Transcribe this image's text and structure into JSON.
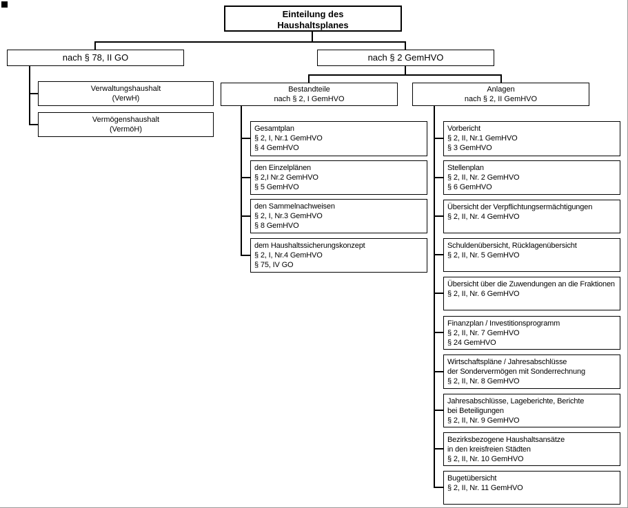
{
  "colors": {
    "line": "#000000",
    "background": "#ffffff",
    "box_border": "#000000"
  },
  "root": {
    "label": [
      "Einteilung des",
      "Haushaltsplanes"
    ]
  },
  "left_branch": {
    "label": [
      "nach § 78, II GO"
    ],
    "children": [
      {
        "label": [
          "Verwaltungshaushalt",
          "(VerwH)"
        ]
      },
      {
        "label": [
          "Vermögenshaushalt",
          "(VermöH)"
        ]
      }
    ]
  },
  "right_branch": {
    "label": [
      "nach § 2 GemHVO"
    ],
    "bestandteile": {
      "header": [
        "Bestandteile",
        "nach § 2, I GemHVO"
      ],
      "items": [
        {
          "label": [
            "Gesamtplan",
            "§ 2, I, Nr.1 GemHVO",
            "§ 4 GemHVO"
          ]
        },
        {
          "label": [
            "den Einzelplänen",
            "§ 2,I Nr.2 GemHVO",
            "§ 5 GemHVO"
          ]
        },
        {
          "label": [
            "den Sammelnachweisen",
            "§ 2, I, Nr.3 GemHVO",
            "§ 8 GemHVO"
          ]
        },
        {
          "label": [
            "dem Haushaltssicherungskonzept",
            "§ 2, I, Nr.4 GemHVO",
            "§ 75, IV GO"
          ]
        }
      ]
    },
    "anlagen": {
      "header": [
        "Anlagen",
        "nach § 2, II GemHVO"
      ],
      "items": [
        {
          "label": [
            "Vorbericht",
            "§ 2, II, Nr.1 GemHVO",
            "§ 3 GemHVO"
          ]
        },
        {
          "label": [
            "Stellenplan",
            "§ 2, II, Nr. 2 GemHVO",
            "§ 6 GemHVO"
          ]
        },
        {
          "label": [
            "Übersicht der Verpflichtungsermächtigungen",
            "§ 2, II, Nr. 4 GemHVO"
          ]
        },
        {
          "label": [
            "Schuldenübersicht, Rücklagenübersicht",
            "§ 2, II, Nr. 5 GemHVO"
          ]
        },
        {
          "label": [
            "Übersicht über die Zuwendungen an die Fraktionen",
            "§ 2, II, Nr. 6 GemHVO"
          ]
        },
        {
          "label": [
            "Finanzplan / Investitionsprogramm",
            "§ 2, II, Nr. 7 GemHVO",
            "§ 24 GemHVO"
          ]
        },
        {
          "label": [
            "Wirtschaftspläne / Jahresabschlüsse",
            "der Sondervermögen mit Sonderrechnung",
            "§ 2, II, Nr. 8 GemHVO"
          ]
        },
        {
          "label": [
            "Jahresabschlüsse, Lageberichte, Berichte",
            "bei Beteiligungen",
            "§ 2, II, Nr. 9 GemHVO"
          ]
        },
        {
          "label": [
            "Bezirksbezogene Haushaltsansätze",
            "in den kreisfreien Städten",
            "§ 2, II, Nr. 10 GemHVO"
          ]
        },
        {
          "label": [
            "Bugetübersicht",
            "§ 2, II, Nr. 11 GemHVO"
          ]
        }
      ]
    }
  }
}
